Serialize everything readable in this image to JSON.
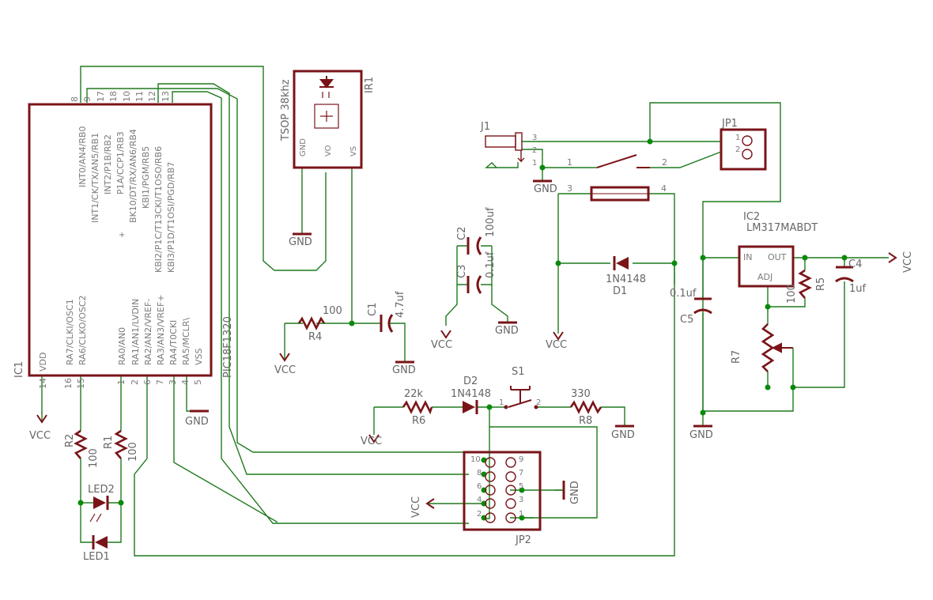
{
  "colors": {
    "wire": "#1f7a1f",
    "part": "#7a1418",
    "text": "#7a7a7a",
    "junction": "#0a8a0a"
  },
  "ic1": {
    "ref": "IC1",
    "name": "PIC18F1320",
    "left_pins": [
      "INT0/AN4/RB0",
      "INT1/CK/TX/AN5/RB1",
      "INT2/P1B/RB2",
      "P1A/CCP1/RB3",
      "BK10/DT/RX/AN6/RB4",
      "KBI1/PGM/RB5",
      "KBI2/P1C/T13CKI/T1OSO/RB6",
      "KBI3/P1D/T1OSI/PGD/RB7"
    ],
    "top_pin_numbers": [
      "8",
      "9",
      "17",
      "18",
      "10",
      "11",
      "12",
      "13"
    ],
    "bottom_pins": [
      "VDD",
      "RA7/CLKI/OSC1",
      "RA6/CLKO/OSC2",
      "RA0/AN0",
      "RA1/AN1/LVDIN",
      "RA2/AN2/VREF-",
      "RA3/AN3/VREF+",
      "RA4/T0CKI",
      "RA5/MCLR\\",
      "VSS"
    ],
    "bottom_pin_numbers": [
      "14",
      "16",
      "15",
      "1",
      "2",
      "6",
      "7",
      "3",
      "4",
      "5"
    ]
  },
  "ir1": {
    "ref": "IR1",
    "name": "TSOP 38khz",
    "pins": [
      "GND",
      "VO",
      "VS"
    ]
  },
  "j1": {
    "ref": "J1",
    "pins": [
      "3",
      "2",
      "1"
    ]
  },
  "jp1": {
    "ref": "JP1",
    "pins": [
      "1",
      "2"
    ]
  },
  "jp2": {
    "ref": "JP2",
    "left_pins": [
      "10",
      "8",
      "6",
      "4",
      "2"
    ],
    "right_pins": [
      "9",
      "7",
      "5",
      "3",
      "1"
    ]
  },
  "ic2": {
    "ref": "IC2",
    "name": "LM317MABDT",
    "pins": [
      "IN",
      "OUT",
      "ADJ"
    ]
  },
  "switch": {
    "pins": [
      "1",
      "2"
    ]
  },
  "s1": {
    "ref": "S1",
    "pins": [
      "1",
      "2"
    ]
  },
  "fuse": {
    "pins": [
      "3",
      "4"
    ]
  },
  "c1": {
    "ref": "C1",
    "value": "4.7uf"
  },
  "c2": {
    "ref": "C2",
    "value": "100uf"
  },
  "c3": {
    "ref": "C3",
    "value": "0.1uf"
  },
  "c4": {
    "ref": "C4",
    "value": "1uf"
  },
  "c5": {
    "ref": "C5",
    "value": "0.1uf"
  },
  "r1": {
    "ref": "R1",
    "value": "100"
  },
  "r2": {
    "ref": "R2",
    "value": "100"
  },
  "r4": {
    "ref": "R4",
    "value": "100"
  },
  "r5": {
    "ref": "R5",
    "value": "100"
  },
  "r6": {
    "ref": "R6",
    "value": "22k"
  },
  "r7": {
    "ref": "R7"
  },
  "r8": {
    "ref": "R8",
    "value": "330"
  },
  "d1": {
    "ref": "D1",
    "value": "1N4148"
  },
  "d2": {
    "ref": "D2",
    "value": "1N4148"
  },
  "led1": {
    "ref": "LED1"
  },
  "led2": {
    "ref": "LED2"
  },
  "supply": {
    "vcc": "VCC",
    "gnd": "GND"
  }
}
